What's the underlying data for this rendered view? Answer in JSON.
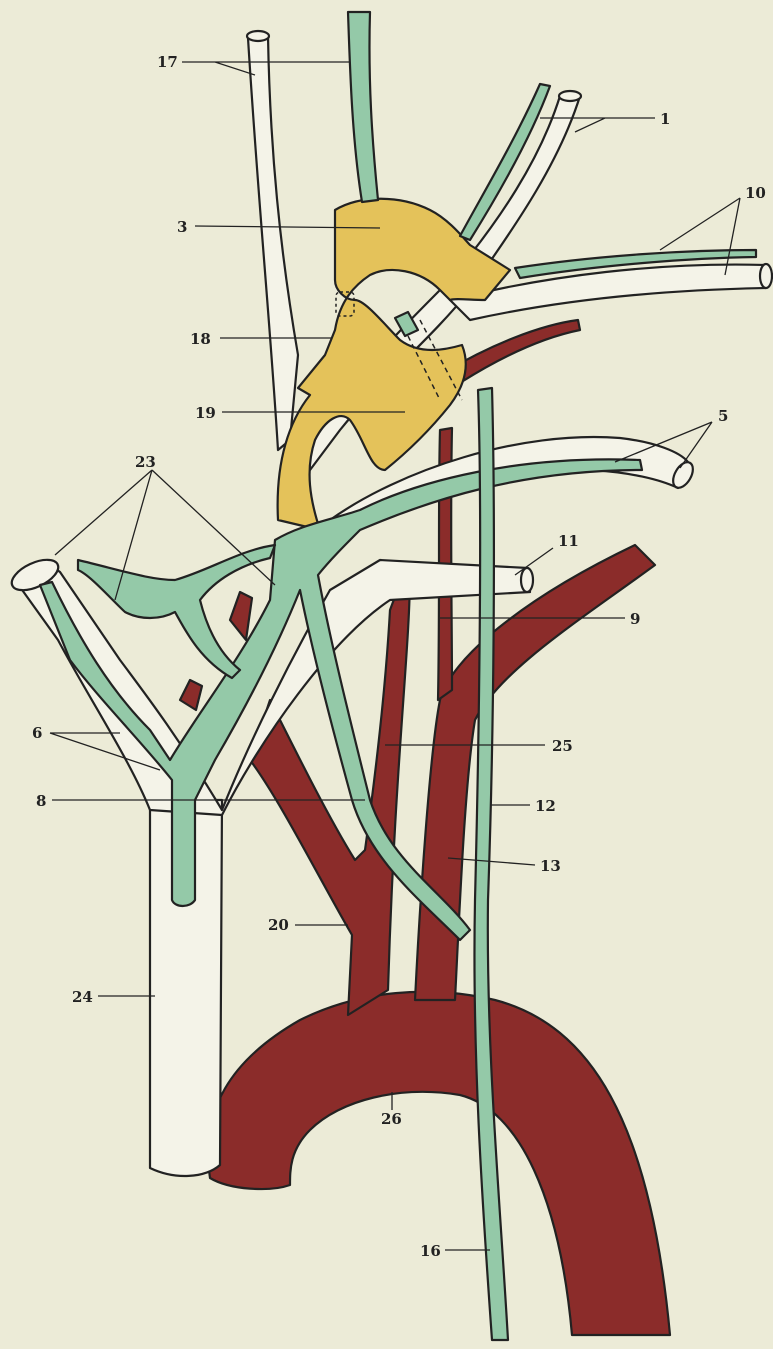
{
  "colors": {
    "paper": "#ecebd7",
    "vein_white": "#f4f3e8",
    "nerve_green": "#94c9a8",
    "ganglion_yellow": "#e4c25a",
    "artery_red": "#8b2c2a",
    "ink": "#222222"
  },
  "labels": {
    "l1": "1",
    "l3": "3",
    "l5": "5",
    "l6": "6",
    "l8": "8",
    "l9": "9",
    "l10": "10",
    "l11": "11",
    "l12": "12",
    "l13": "13",
    "l16": "16",
    "l17": "17",
    "l18": "18",
    "l19": "19",
    "l20": "20",
    "l23": "23",
    "l24": "24",
    "l25": "25",
    "l26": "26"
  }
}
